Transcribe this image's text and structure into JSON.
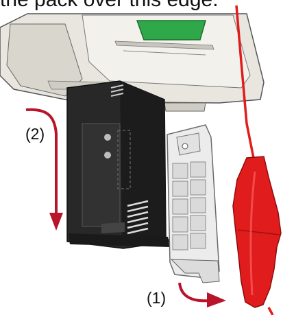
{
  "caption": "the pack over this edge.",
  "steps": [
    {
      "label": "(1)"
    },
    {
      "label": "(2)"
    }
  ],
  "colors": {
    "arrow": "#b8142a",
    "cord": "#e01c1c",
    "housing": "#ece9e2",
    "battery_pack": "#262626",
    "screen": "#2fa84a"
  }
}
